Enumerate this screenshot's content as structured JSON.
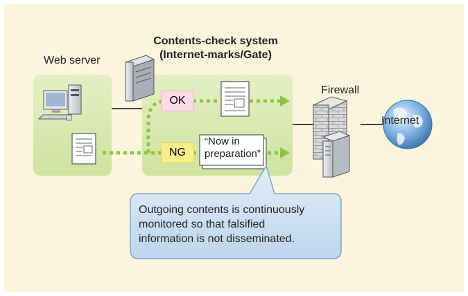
{
  "title": "Contents-check system\n(Internet-marks/Gate)",
  "title_line1": "Contents-check system",
  "title_line2": "(Internet-marks/Gate)",
  "web_server_label": "Web server",
  "firewall_label": "Firewall",
  "internet_label": "Internet",
  "ok_label": "OK",
  "ng_label": "NG",
  "ng_page_text": "“Now in preparation”",
  "callout": {
    "line1": "Outgoing contents is continuously",
    "line2": "monitored so that falsified",
    "line3": "information is not disseminated."
  },
  "colors": {
    "background": "#fdf4dd",
    "zone_green": "#d8e8b0",
    "arrow_green": "#8cc63f",
    "ok_pink": "#fadbe6",
    "ng_yellow": "#fbee8a",
    "callout_blue": "#cfe3f3"
  },
  "icons": [
    "desktop-computer-icon",
    "server-tower-icon",
    "document-icon",
    "firewall-brick-icon",
    "globe-icon"
  ]
}
